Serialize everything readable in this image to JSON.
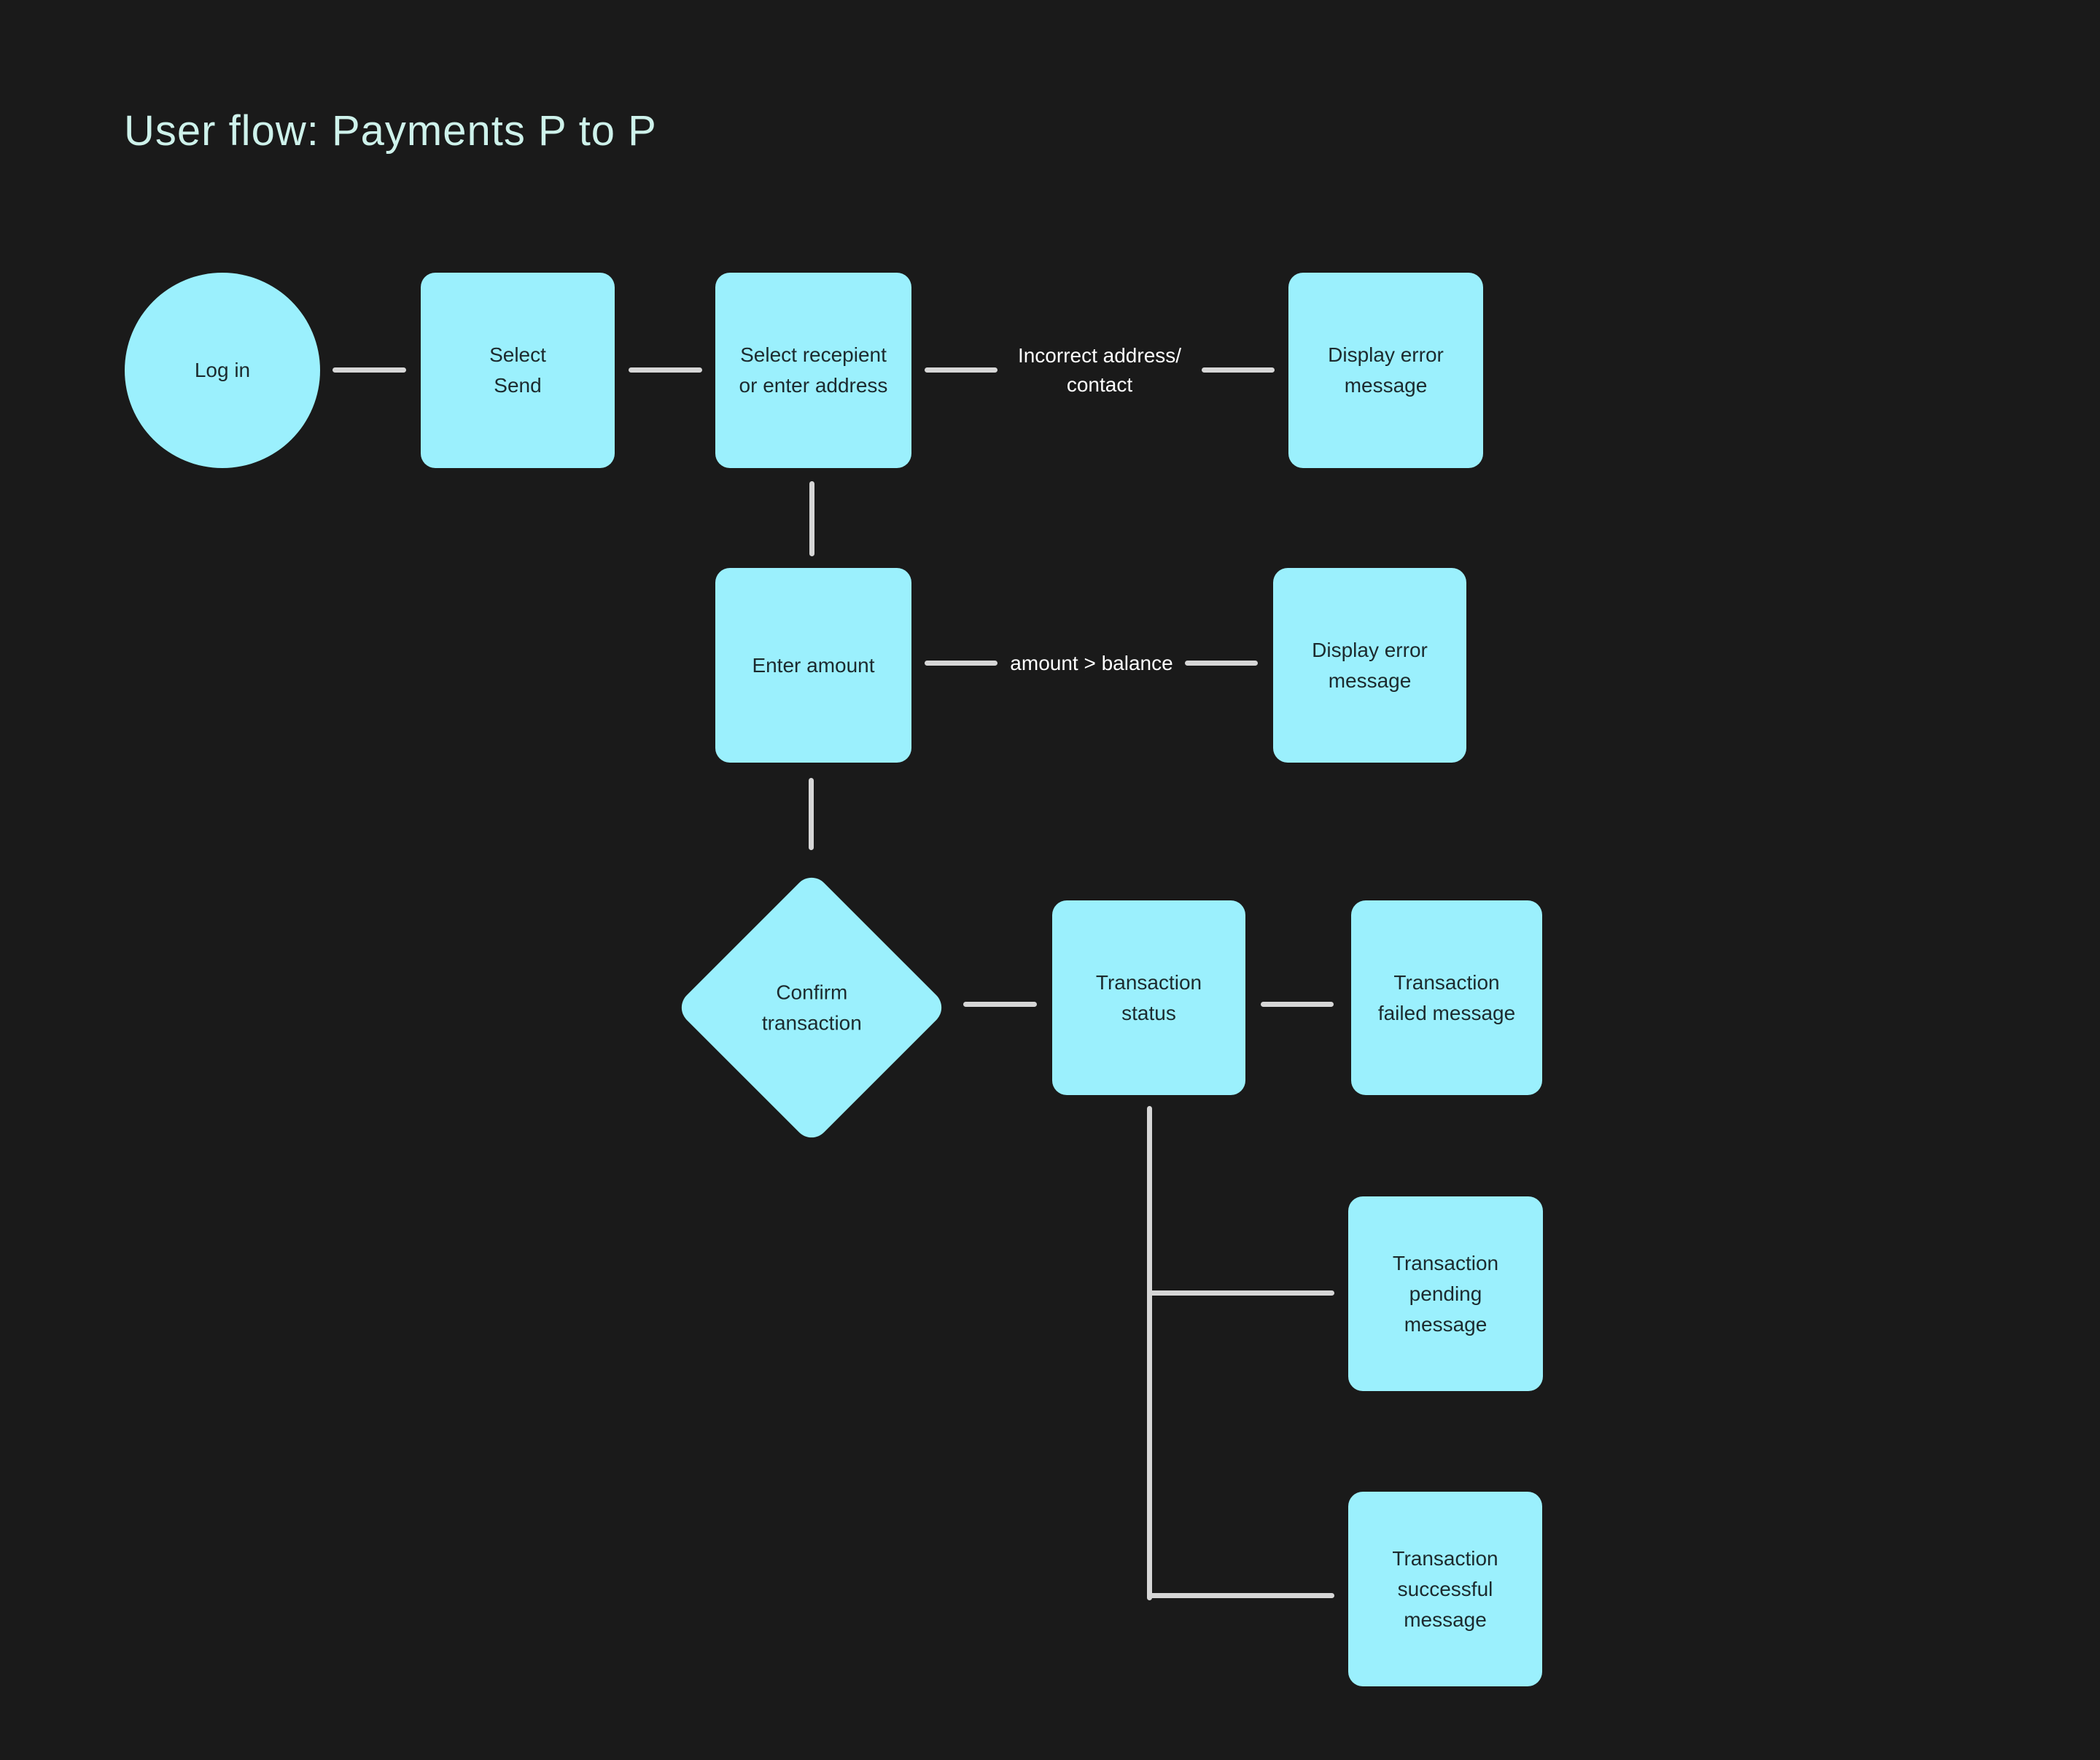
{
  "title": "User flow: Payments P to P",
  "colors": {
    "background": "#1A1A1A",
    "node_fill": "#9BF0FD",
    "node_text": "#1C2A2E",
    "connector": "#D6D6D6",
    "title_text": "#CEF2EB",
    "edge_label_text": "#FFFFFF"
  },
  "nodes": {
    "login": {
      "shape": "circle",
      "lines": [
        "Log in"
      ]
    },
    "select_send": {
      "shape": "rect",
      "lines": [
        "Select",
        "Send"
      ]
    },
    "select_recipient": {
      "shape": "rect",
      "lines": [
        "Select recepient",
        "or enter address"
      ]
    },
    "error_address": {
      "shape": "rect",
      "lines": [
        "Display error",
        "message"
      ]
    },
    "enter_amount": {
      "shape": "rect",
      "lines": [
        "Enter amount"
      ]
    },
    "error_balance": {
      "shape": "rect",
      "lines": [
        "Display error",
        "message"
      ]
    },
    "confirm_transaction": {
      "shape": "diamond",
      "lines": [
        "Confirm",
        "transaction"
      ]
    },
    "transaction_status": {
      "shape": "rect",
      "lines": [
        "Transaction",
        "status"
      ]
    },
    "transaction_failed": {
      "shape": "rect",
      "lines": [
        "Transaction",
        "failed message"
      ]
    },
    "transaction_pending": {
      "shape": "rect",
      "lines": [
        "Transaction",
        "pending",
        "message"
      ]
    },
    "transaction_successful": {
      "shape": "rect",
      "lines": [
        "Transaction",
        "successful",
        "message"
      ]
    }
  },
  "edge_labels": {
    "incorrect_address": {
      "lines": [
        "Incorrect address/",
        "contact"
      ]
    },
    "amount_balance": {
      "lines": [
        "amount > balance"
      ]
    }
  }
}
